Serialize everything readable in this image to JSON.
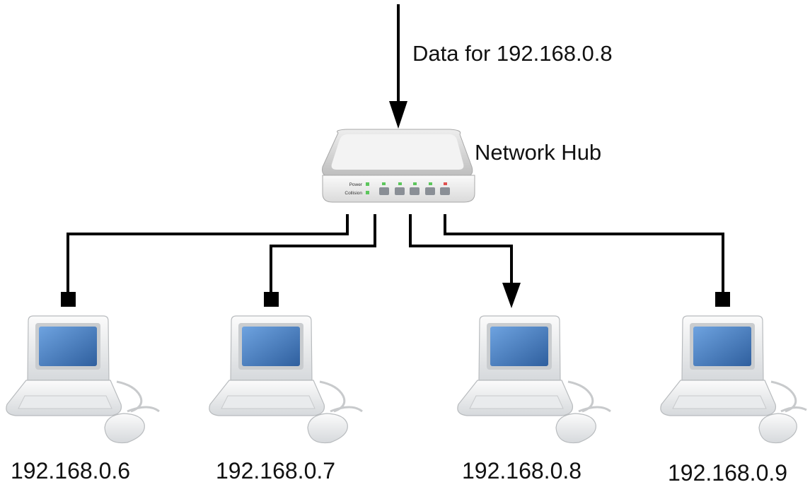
{
  "incoming_label": "Data for 192.168.0.8",
  "hub": {
    "label": "Network Hub",
    "power_label": "Power",
    "collision_label": "Collision",
    "led_colors": {
      "power": "#5cc65c",
      "port_active": "#5cc65c",
      "port_alert": "#e05050"
    }
  },
  "computers": [
    {
      "ip": "192.168.0.6",
      "connector": "square"
    },
    {
      "ip": "192.168.0.7",
      "connector": "square"
    },
    {
      "ip": "192.168.0.8",
      "connector": "arrow"
    },
    {
      "ip": "192.168.0.9",
      "connector": "square"
    }
  ],
  "colors": {
    "line": "#000000",
    "screen": "#3f78c0",
    "case": "#e4e6e8"
  }
}
